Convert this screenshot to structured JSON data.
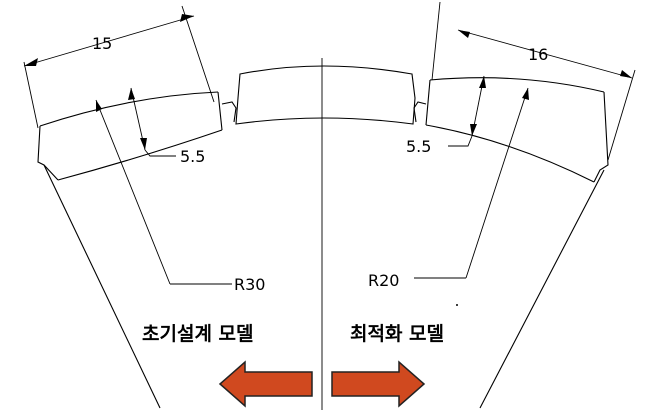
{
  "diagram": {
    "dimensions": {
      "left_width": "15",
      "right_width": "16",
      "left_thickness": "5.5",
      "right_thickness": "5.5",
      "left_radius": "R30",
      "right_radius": "R20"
    },
    "labels": {
      "left_model": "초기설계 모델",
      "right_model": "최적화 모델"
    },
    "colors": {
      "arrow_fill": "#d0491f",
      "arrow_stroke": "#222222",
      "line": "#000000"
    }
  }
}
